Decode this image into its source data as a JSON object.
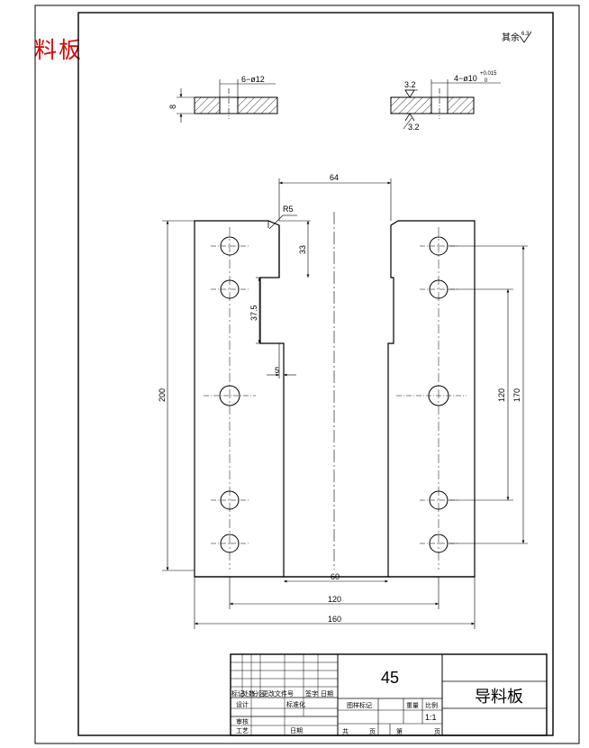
{
  "header_label": "料板",
  "roughness_note": {
    "prefix": "其余",
    "value": "6.3"
  },
  "section_a": {
    "label": "6−ø12",
    "thickness": "8"
  },
  "section_b": {
    "label": "4−ø10",
    "tol_upper": "+0.015",
    "tol_lower": "0",
    "roughness_top": "3.2",
    "roughness_bottom": "3.2"
  },
  "dimensions": {
    "top_width": "64",
    "corner_radius": "R5",
    "step_height": "33",
    "notch_height": "37.5",
    "notch_offset": "5",
    "overall_height": "200",
    "hole_span_inner": "120",
    "hole_span_outer": "170",
    "bottom_width": "60",
    "hole_spacing": "120",
    "overall_width": "160"
  },
  "title_block": {
    "material": "45",
    "part_name": "导料板",
    "scale": "1:1",
    "labels": {
      "mark": "标记",
      "count": "处数",
      "zone": "分区",
      "change_doc": "更改文件号",
      "signature": "签字",
      "date": "日期",
      "design": "设计",
      "standardize": "标准化",
      "stage_mark": "图样标记",
      "weight": "重量",
      "ratio": "比例",
      "review": "审核",
      "process": "工艺",
      "approve": "日期",
      "total": "共",
      "sheet_unit_1": "页",
      "page": "第",
      "sheet_unit_2": "页"
    }
  }
}
